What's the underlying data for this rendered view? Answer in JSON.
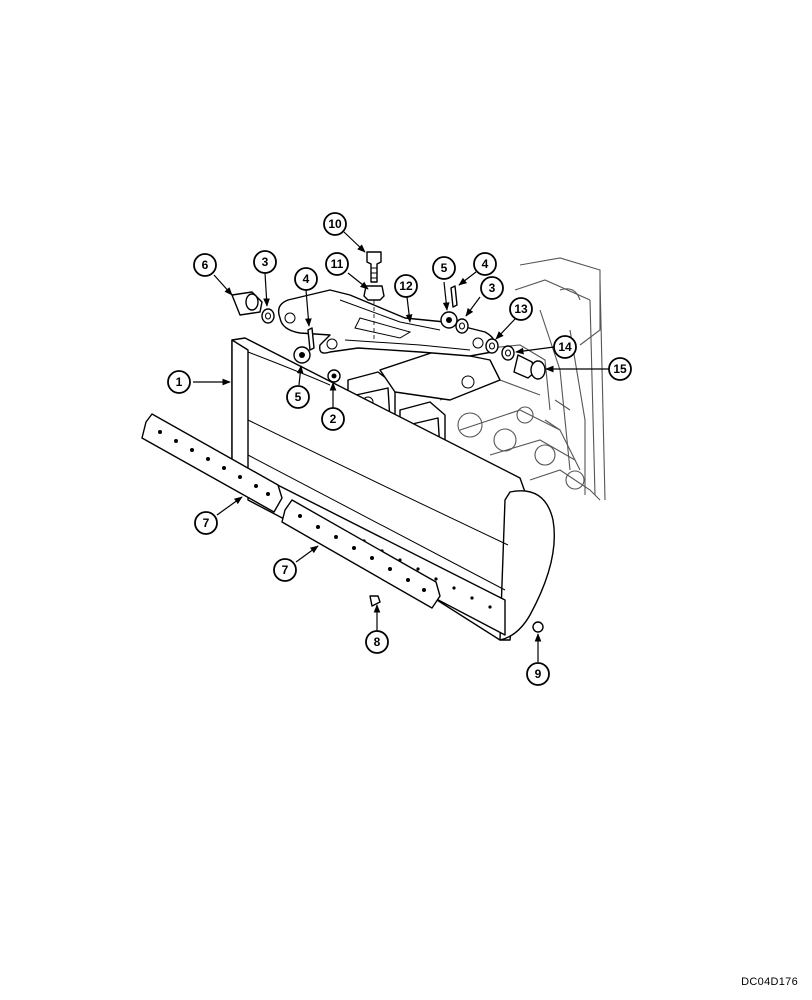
{
  "drawing_code": "DC04D176",
  "callouts": [
    {
      "label": "1"
    },
    {
      "label": "2"
    },
    {
      "label": "3"
    },
    {
      "label": "3"
    },
    {
      "label": "4"
    },
    {
      "label": "4"
    },
    {
      "label": "5"
    },
    {
      "label": "5"
    },
    {
      "label": "6"
    },
    {
      "label": "7"
    },
    {
      "label": "7"
    },
    {
      "label": "8"
    },
    {
      "label": "9"
    },
    {
      "label": "10"
    },
    {
      "label": "11"
    },
    {
      "label": "12"
    },
    {
      "label": "13"
    },
    {
      "label": "14"
    },
    {
      "label": "15"
    }
  ]
}
